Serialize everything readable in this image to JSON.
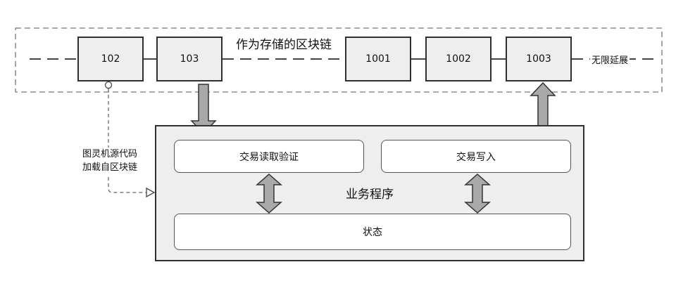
{
  "chain": {
    "title": "作为存储的区块链",
    "blocks": [
      "102",
      "103",
      "1001",
      "1002",
      "1003"
    ],
    "continuation_label": "无限延展"
  },
  "loader": {
    "label_line1": "图灵机源代码",
    "label_line2": "加载自区块链"
  },
  "program": {
    "title": "业务程序",
    "read_verify": "交易读取验证",
    "write": "交易写入",
    "state": "状态"
  },
  "colors": {
    "box_fill": "#eeeeee",
    "arrow_fill": "#a9a9a9",
    "stroke": "#2f2f2f"
  }
}
